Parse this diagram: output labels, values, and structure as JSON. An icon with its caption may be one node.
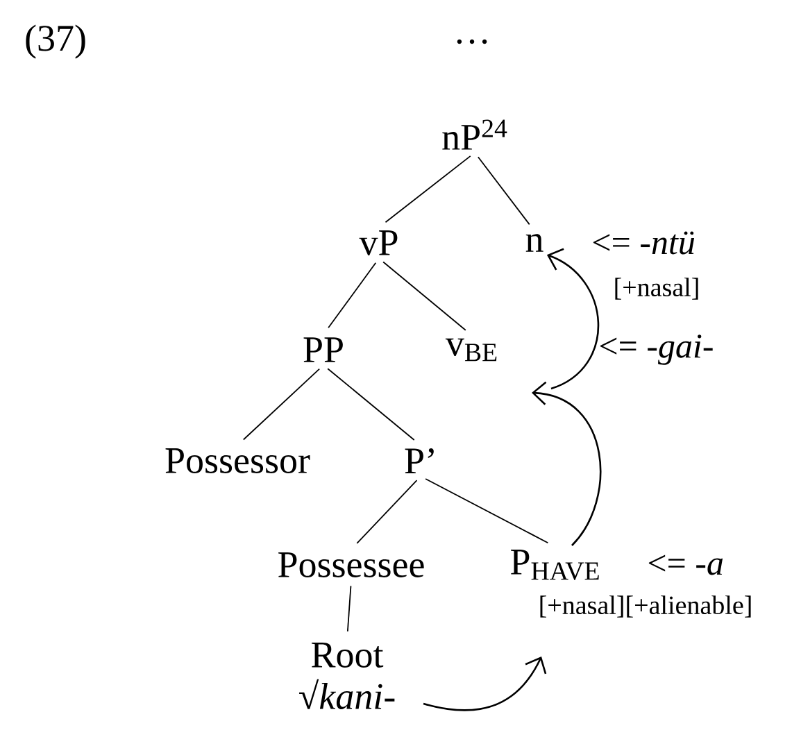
{
  "diagram": {
    "nodes": [
      {
        "text": [
          "nP$^{24}$"
        ]
      },
      {
        "text": [
          "vP"
        ]
      },
      {
        "text": [
          "n"
        ],
        "beside": [
          "<= *-ntü*",
          "[+nasal]"
        ]
      },
      {
        "text": [
          "PP"
        ]
      },
      {
        "text": [
          "v$_{BE}$"
        ],
        "beside": [
          "<= *-gai-*"
        ]
      },
      {
        "text": [
          "Possessor"
        ]
      },
      {
        "text": [
          "P’"
        ]
      },
      {
        "text": [
          "Possessee"
        ]
      },
      {
        "text": [
          "P$_{HAVE}$"
        ],
        "beside": [
          "<= *-a*",
          "[+nasal][+alienable]"
        ]
      },
      {
        "text": [
          "Root",
          "√*kani-*"
        ]
      }
    ],
    "edges": [
      {
        "from": 0,
        "to": 1,
        "arrow": "none"
      },
      {
        "from": 0,
        "to": 2,
        "arrow": "none"
      },
      {
        "from": 1,
        "to": 3,
        "arrow": "none"
      },
      {
        "from": 1,
        "to": 4,
        "arrow": "none"
      },
      {
        "from": 3,
        "to": 5,
        "arrow": "none"
      },
      {
        "from": 3,
        "to": 6,
        "arrow": "none"
      },
      {
        "from": 6,
        "to": 7,
        "arrow": "none"
      },
      {
        "from": 6,
        "to": 8,
        "arrow": "none"
      },
      {
        "from": 7,
        "to": 9,
        "arrow": "none"
      },
      {
        "from": 9,
        "to": 8,
        "arrow": "to"
      },
      {
        "from": 8,
        "to": 4,
        "arrow": "to"
      },
      {
        "from": 4,
        "to": 2,
        "arrow": "to"
      }
    ],
    "labels": [
      "(37)",
      "…"
    ]
  }
}
